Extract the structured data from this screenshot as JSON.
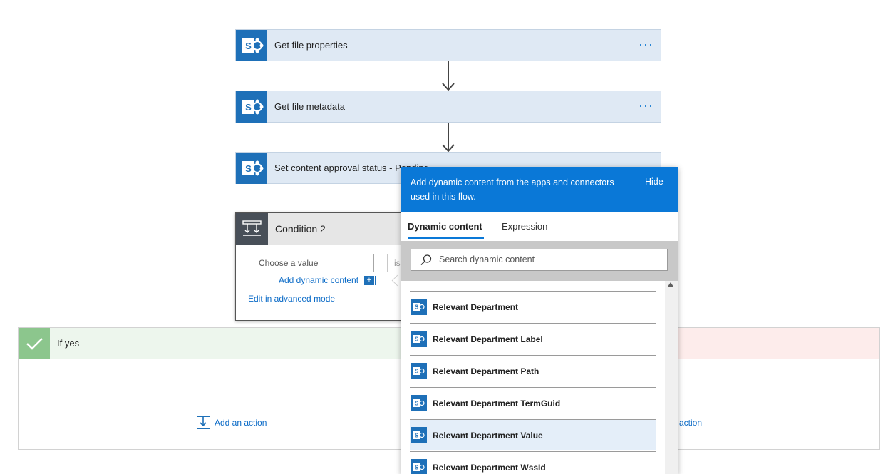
{
  "actions": [
    {
      "title": "Get file properties",
      "more": "···"
    },
    {
      "title": "Get file metadata",
      "more": "···"
    },
    {
      "title": "Set content approval status - Pending",
      "more": ""
    }
  ],
  "condition": {
    "title": "Condition 2",
    "choose_placeholder": "Choose a value",
    "operator_partial": "is",
    "add_dynamic_label": "Add dynamic content",
    "advanced_mode_label": "Edit in advanced mode"
  },
  "branches": {
    "yes_label": "If yes",
    "add_action_label": "Add an action",
    "add_action_right_partial": "action"
  },
  "dynamic_panel": {
    "description": "Add dynamic content from the apps and connectors used in this flow.",
    "hide_label": "Hide",
    "tabs": [
      "Dynamic content",
      "Expression"
    ],
    "search_placeholder": "Search dynamic content",
    "items": [
      {
        "label": "Relevant Department",
        "selected": false
      },
      {
        "label": "Relevant Department Label",
        "selected": false
      },
      {
        "label": "Relevant Department Path",
        "selected": false
      },
      {
        "label": "Relevant Department TermGuid",
        "selected": false
      },
      {
        "label": "Relevant Department Value",
        "selected": true
      },
      {
        "label": "Relevant Department WssId",
        "selected": false
      }
    ]
  },
  "colors": {
    "accent": "#0a78d7",
    "sharepoint": "#1e70b8",
    "card_bg": "#dfe9f4",
    "yes_bg": "#edf6ed",
    "no_bg": "#fdeceb",
    "check_green": "#8cc68d"
  },
  "icons": {
    "sharepoint": "sharepoint-icon",
    "condition": "condition-icon",
    "check": "check-icon",
    "search": "search-icon",
    "add_action": "add-action-icon",
    "plus": "plus-icon"
  }
}
